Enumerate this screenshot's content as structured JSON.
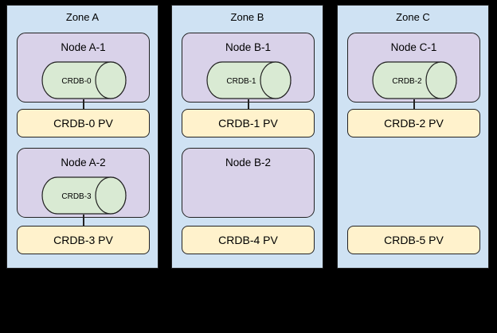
{
  "diagram": {
    "colors": {
      "background": "#000000",
      "zone_fill": "#cfe2f3",
      "node_fill": "#d9d2e9",
      "pod_fill": "#d9ead3",
      "pv_fill": "#fff2cc",
      "border": "#222222"
    },
    "zones": [
      {
        "title": "Zone A",
        "nodes": [
          {
            "label": "Node A-1",
            "pod": "CRDB-0"
          },
          {
            "label": "Node A-2",
            "pod": "CRDB-3"
          }
        ],
        "pvs": [
          "CRDB-0 PV",
          "CRDB-3 PV"
        ]
      },
      {
        "title": "Zone B",
        "nodes": [
          {
            "label": "Node B-1",
            "pod": "CRDB-1"
          },
          {
            "label": "Node B-2"
          }
        ],
        "pvs": [
          "CRDB-1 PV",
          "CRDB-4 PV"
        ]
      },
      {
        "title": "Zone C",
        "nodes": [
          {
            "label": "Node C-1",
            "pod": "CRDB-2"
          }
        ],
        "pvs": [
          "CRDB-2 PV",
          "CRDB-5 PV"
        ]
      }
    ]
  }
}
